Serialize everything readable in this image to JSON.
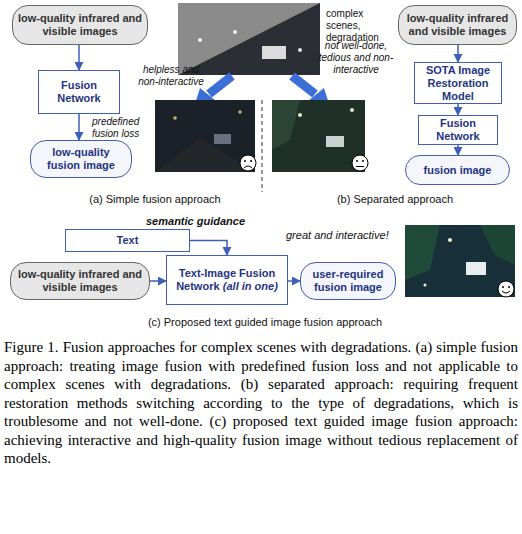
{
  "diagram": {
    "caption": "Figure 1. Fusion approaches for complex scenes with degradations. (a) simple fusion approach: treating image fusion with predefined fusion loss and not applicable to complex scenes with degradations. (b) separated approach: requiring frequent restoration methods switching according to the type of degradations, which is troublesome and not well-done. (c) proposed text guided image fusion approach: achieving interactive and high-quality fusion image without tedious replacement of models.",
    "nodes": [
      {
        "text": [
          "low-quality infrared and visible images"
        ]
      },
      {
        "text": [
          "Fusion Network"
        ]
      },
      {
        "text": [
          "low-quality fusion image"
        ]
      },
      {
        "text": [
          "low-quality infrared and visible images"
        ]
      },
      {
        "text": [
          "SOTA Image Restoration Model"
        ]
      },
      {
        "text": [
          "Fusion Network"
        ]
      },
      {
        "text": [
          "fusion image"
        ]
      },
      {
        "text": [
          "Text"
        ]
      },
      {
        "text": [
          "low-quality infrared and visible images"
        ]
      },
      {
        "text": [
          "Text-Image Fusion Network",
          "(all in one)"
        ]
      },
      {
        "text": [
          "user-required fusion image"
        ]
      }
    ],
    "edges": [
      {
        "from": 0,
        "to": 1,
        "arrow": "to"
      },
      {
        "from": 1,
        "to": 2,
        "arrow": "to",
        "label": "predefined fusion loss"
      },
      {
        "from": 3,
        "to": 4,
        "arrow": "to"
      },
      {
        "from": 4,
        "to": 5,
        "arrow": "to"
      },
      {
        "from": 5,
        "to": 6,
        "arrow": "to"
      },
      {
        "from": 7,
        "to": 9,
        "arrow": "to",
        "label": "semantic guidance"
      },
      {
        "from": 8,
        "to": 9,
        "arrow": "to"
      },
      {
        "from": 9,
        "to": 10,
        "arrow": "to"
      }
    ],
    "labels": [
      "complex scenes, degradation",
      "helpless and non-interactive",
      "not well-done, tedious and non-interactive",
      "(a) Simple fusion approach",
      "(b) Separated approach",
      "great and interactive!",
      "(c) Proposed text guided image fusion approach"
    ]
  }
}
